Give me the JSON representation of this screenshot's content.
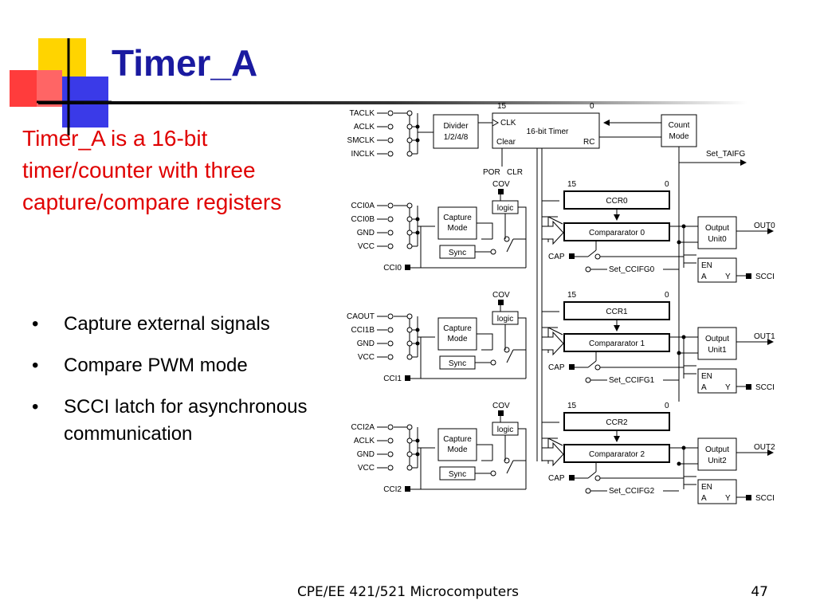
{
  "slide": {
    "title": "Timer_A",
    "lead": "Timer_A is a 16-bit timer/counter with three capture/compare registers",
    "bullets": [
      "Capture external signals",
      "Compare PWM mode",
      "SCCI latch for asynchronous communication"
    ],
    "bullet_glyph": "•",
    "footer": "CPE/EE 421/521 Microcomputers",
    "page_number": "47",
    "colors": {
      "title": "#1a1aa0",
      "lead": "#e00000"
    }
  },
  "diagram": {
    "timer": {
      "clock_inputs": [
        "TACLK",
        "ACLK",
        "SMCLK",
        "INCLK"
      ],
      "divider_line1": "Divider",
      "divider_line2": "1/2/4/8",
      "clk": "CLK",
      "timer_label": "16-bit Timer",
      "clear": "Clear",
      "rc": "RC",
      "bit_high": "15",
      "bit_low": "0",
      "count_line1": "Count",
      "count_line2": "Mode",
      "set_taifg": "Set_TAIFG",
      "por": "POR",
      "clr": "CLR"
    },
    "common": {
      "cov": "COV",
      "logic": "logic",
      "capture_line1": "Capture",
      "capture_line2": "Mode",
      "sync": "Sync",
      "gnd": "GND",
      "vcc": "VCC",
      "cap": "CAP",
      "output_line1": "Output",
      "en": "EN",
      "a": "A",
      "y": "Y",
      "scci": "SCCI",
      "bit_high": "15",
      "bit_low": "0"
    },
    "channels": [
      {
        "in_a": "CCI0A",
        "in_b": "CCI0B",
        "cci": "CCI0",
        "ccr": "CCR0",
        "comparator": "Compararator 0",
        "unit": "Unit0",
        "out": "OUT0",
        "flag": "Set_CCIFG0"
      },
      {
        "in_a": "CAOUT",
        "in_b": "CCI1B",
        "cci": "CCI1",
        "ccr": "CCR1",
        "comparator": "Compararator 1",
        "unit": "Unit1",
        "out": "OUT1",
        "flag": "Set_CCIFG1"
      },
      {
        "in_a": "CCI2A",
        "in_b": "ACLK",
        "cci": "CCI2",
        "ccr": "CCR2",
        "comparator": "Compararator 2",
        "unit": "Unit2",
        "out": "OUT2",
        "flag": "Set_CCIFG2"
      }
    ]
  }
}
